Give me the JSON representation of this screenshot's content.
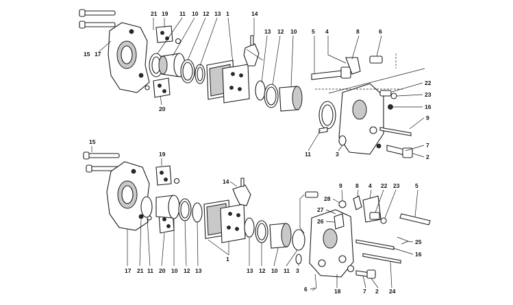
{
  "diagram": {
    "top_labels": {
      "l1": "1",
      "l2": "2",
      "l3": "3",
      "l4": "4",
      "l5": "5",
      "l6": "6",
      "l7": "7",
      "l8": "8",
      "l9": "9",
      "l10a": "10",
      "l10b": "10",
      "l11a": "11",
      "l11b": "11",
      "l12a": "12",
      "l12b": "12",
      "l13a": "13",
      "l13b": "13",
      "l14": "14",
      "l15": "15",
      "l16": "16",
      "l17": "17",
      "l19": "19",
      "l20": "20",
      "l21": "21",
      "l22": "22",
      "l23": "23"
    },
    "bottom_labels": {
      "l1": "1",
      "l2": "2",
      "l3": "3",
      "l4": "4",
      "l5": "5",
      "l6": "6",
      "l7": "7",
      "l8": "8",
      "l9": "9",
      "l10a": "10",
      "l10b": "10",
      "l11": "11",
      "l12a": "12",
      "l12b": "12",
      "l13a": "13",
      "l13b": "13",
      "l14": "14",
      "l15": "15",
      "l16": "16",
      "l17": "17",
      "l18": "18",
      "l19": "19",
      "l20": "20",
      "l21": "21",
      "l22": "22",
      "l23": "23",
      "l24": "24",
      "l25": "25",
      "l26": "26",
      "l27": "27",
      "l28": "28"
    }
  }
}
